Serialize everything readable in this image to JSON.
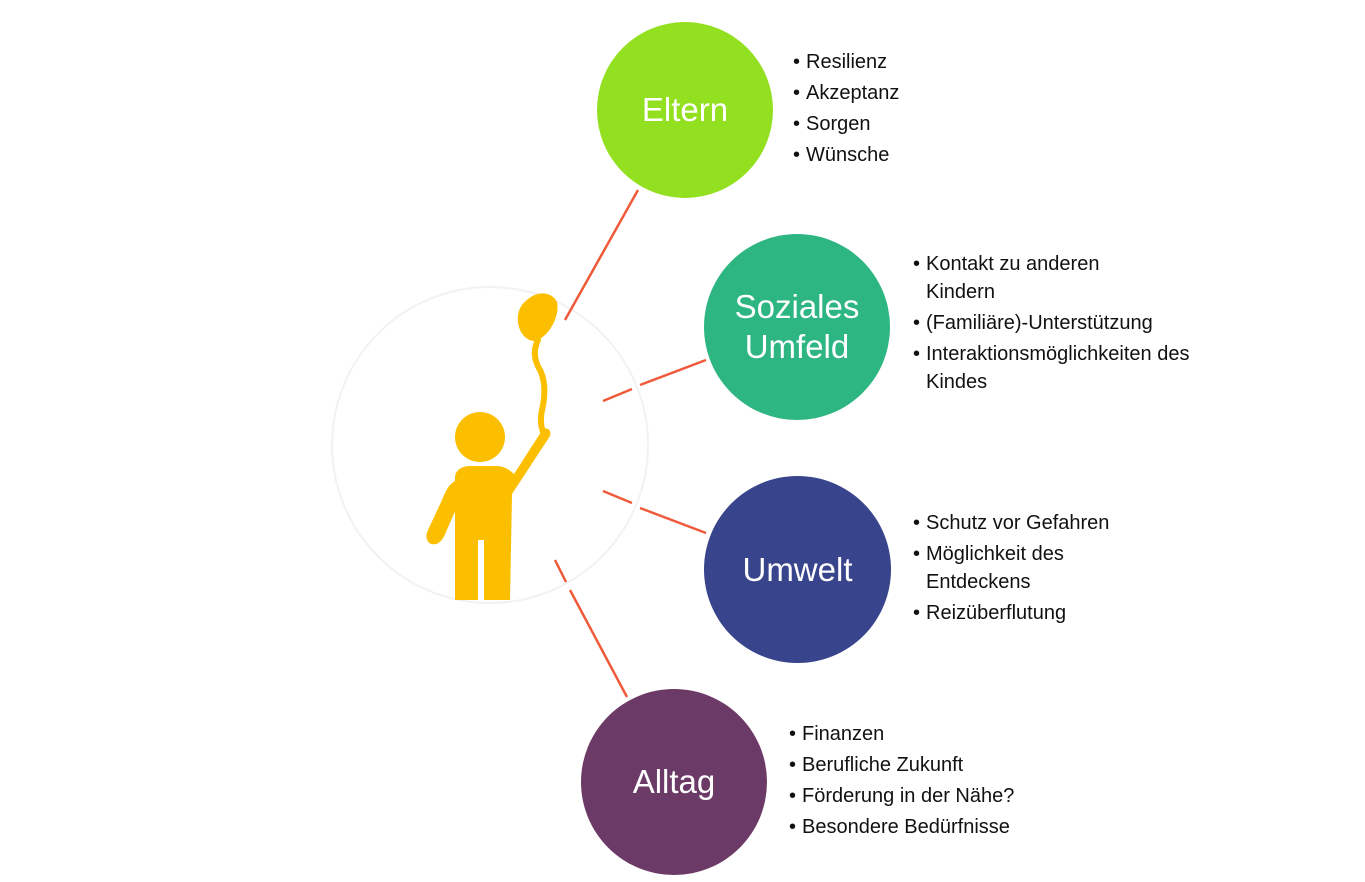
{
  "colors": {
    "eltern": "#92e01f",
    "soziales_umfeld": "#2db682",
    "umwelt": "#38448c",
    "alltag": "#6b3a66",
    "child_figure": "#fbbf00",
    "connector": "#ef5a3a"
  },
  "icons": {
    "center": "child-with-balloon-icon"
  },
  "nodes": [
    {
      "label": "Eltern",
      "items": [
        "Resilienz",
        "Akzeptanz",
        "Sorgen",
        "Wünsche"
      ]
    },
    {
      "label": "Soziales\nUmfeld",
      "items": [
        "Kontakt zu anderen Kindern",
        "(Familiäre)-Unterstützung",
        "Interaktionsmöglichkeiten des Kindes"
      ]
    },
    {
      "label": "Umwelt",
      "items": [
        "Schutz vor Gefahren",
        "Möglichkeit des Entdeckens",
        "Reizüberflutung"
      ]
    },
    {
      "label": "Alltag",
      "items": [
        "Finanzen",
        "Berufliche Zukunft",
        "Förderung in der Nähe?",
        "Besondere Bedürfnisse"
      ]
    }
  ]
}
